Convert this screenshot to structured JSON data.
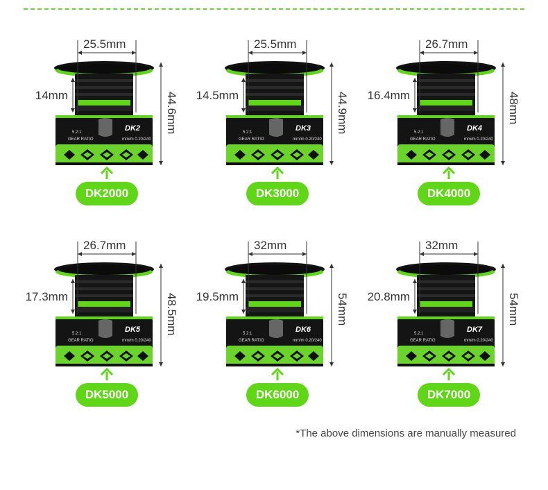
{
  "accent_color": "#5fd616",
  "footnote": "*The above dimensions are manually measured",
  "reel_text": {
    "ratio": "5.2:1",
    "gear": "GEAR RATIO",
    "line": "mm/m 0.20/240"
  },
  "spools": [
    {
      "model": "DK2000",
      "width": "25.5mm",
      "depth": "14mm",
      "height": "44.6mm",
      "badge": "DK2"
    },
    {
      "model": "DK3000",
      "width": "25.5mm",
      "depth": "14.5mm",
      "height": "44.9mm",
      "badge": "DK3"
    },
    {
      "model": "DK4000",
      "width": "26.7mm",
      "depth": "16.4mm",
      "height": "48mm",
      "badge": "DK4"
    },
    {
      "model": "DK5000",
      "width": "26.7mm",
      "depth": "17.3mm",
      "height": "48.5mm",
      "badge": "DK5"
    },
    {
      "model": "DK6000",
      "width": "32mm",
      "depth": "19.5mm",
      "height": "54mm",
      "badge": "DK6"
    },
    {
      "model": "DK7000",
      "width": "32mm",
      "depth": "20.8mm",
      "height": "54mm",
      "badge": "DK7"
    }
  ]
}
